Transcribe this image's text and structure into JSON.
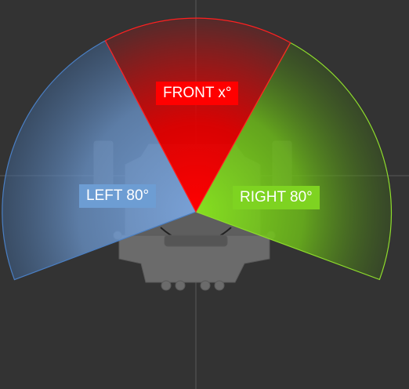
{
  "sectors": {
    "front": {
      "label": "FRONT x°",
      "color": "#ff0000",
      "label_bg": "#ff0000"
    },
    "left": {
      "label": "LEFT 80°",
      "color": "#6a9ad4",
      "label_bg": "#6d9dd3"
    },
    "right": {
      "label": "RIGHT 80°",
      "color": "#7ed321",
      "label_bg": "#7ed321"
    }
  },
  "colors": {
    "background": "#333333",
    "crosshair": "#5a5a5a",
    "device": "#6b6b6b"
  }
}
